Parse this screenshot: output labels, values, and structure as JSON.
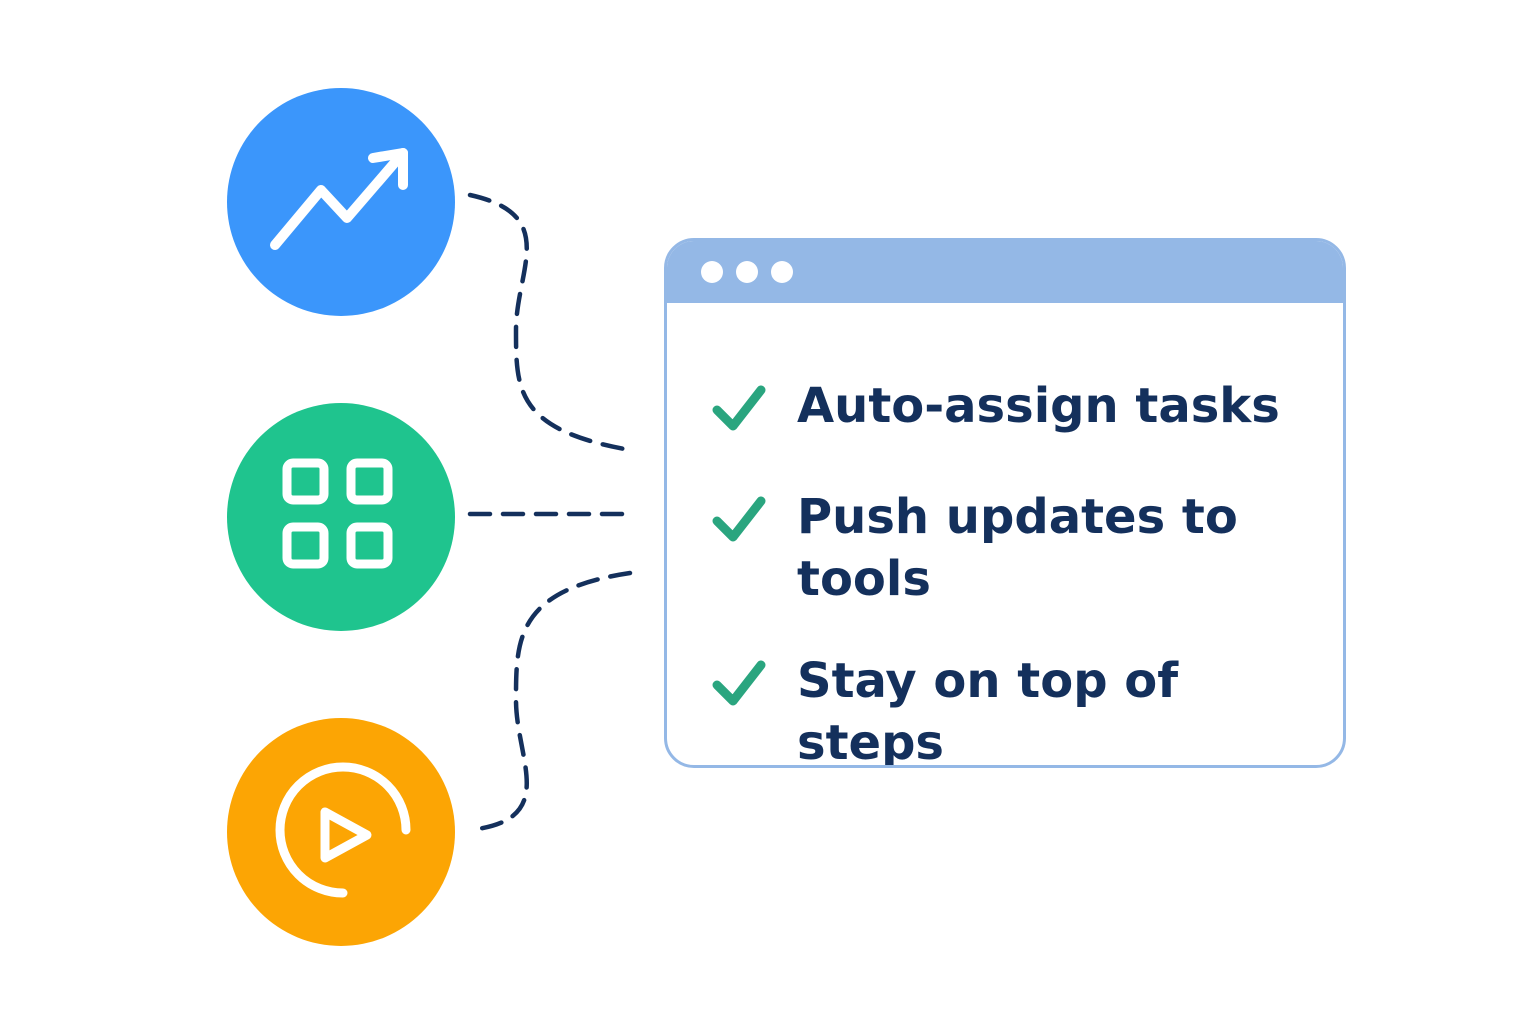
{
  "colors": {
    "growth_circle": "#3b96fb",
    "apps_circle": "#1fc48e",
    "play_circle": "#fca504",
    "window_border": "#94b8e6",
    "titlebar": "#94b8e6",
    "checkmark": "#2aa57f",
    "text": "#14305c",
    "connector": "#14305c"
  },
  "nodes": [
    {
      "icon": "trending-up-icon"
    },
    {
      "icon": "grid-icon"
    },
    {
      "icon": "play-circle-icon"
    }
  ],
  "window": {
    "titlebar_dots": 3,
    "items": [
      {
        "icon": "checkmark-icon",
        "text": "Auto-assign tasks"
      },
      {
        "icon": "checkmark-icon",
        "text": "Push updates to tools"
      },
      {
        "icon": "checkmark-icon",
        "text": "Stay on top of steps"
      }
    ]
  }
}
